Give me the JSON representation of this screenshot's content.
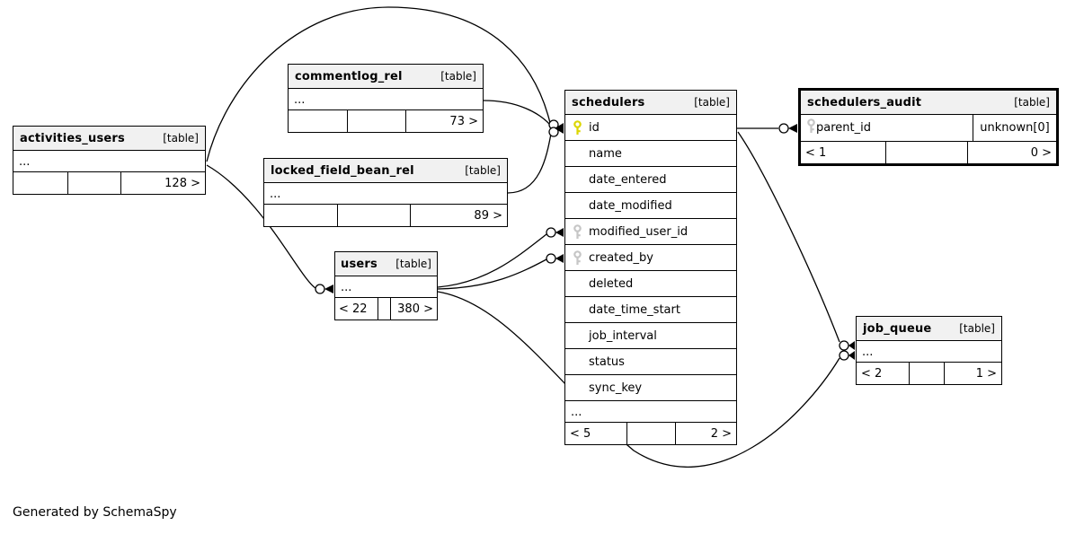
{
  "app": {
    "footer_note": "Generated by SchemaSpy"
  },
  "colors": {
    "table_header_bg": "#f1f1f1",
    "border": "#000000",
    "primary_key_icon": "#dcd600",
    "foreign_key_icon": "#c6c6c6",
    "background": "#ffffff"
  },
  "tables": {
    "activities_users": {
      "name": "activities_users",
      "tag": "[table]",
      "body": "...",
      "footer": {
        "left": "",
        "mid": "",
        "right": "128 >"
      }
    },
    "commentlog_rel": {
      "name": "commentlog_rel",
      "tag": "[table]",
      "body": "...",
      "footer": {
        "left": "",
        "mid": "",
        "right": "73 >"
      }
    },
    "locked_field_bean_rel": {
      "name": "locked_field_bean_rel",
      "tag": "[table]",
      "body": "...",
      "footer": {
        "left": "",
        "mid": "",
        "right": "89 >"
      }
    },
    "users": {
      "name": "users",
      "tag": "[table]",
      "body": "...",
      "footer": {
        "left": "< 22",
        "mid": "",
        "right": "380 >"
      }
    },
    "schedulers": {
      "name": "schedulers",
      "tag": "[table]",
      "columns": [
        {
          "label": "id",
          "icon": "primary-key"
        },
        {
          "label": "name",
          "icon": ""
        },
        {
          "label": "date_entered",
          "icon": ""
        },
        {
          "label": "date_modified",
          "icon": ""
        },
        {
          "label": "modified_user_id",
          "icon": "foreign-key"
        },
        {
          "label": "created_by",
          "icon": "foreign-key"
        },
        {
          "label": "deleted",
          "icon": ""
        },
        {
          "label": "date_time_start",
          "icon": ""
        },
        {
          "label": "job_interval",
          "icon": ""
        },
        {
          "label": "status",
          "icon": ""
        },
        {
          "label": "sync_key",
          "icon": ""
        }
      ],
      "ellipsis": "...",
      "footer": {
        "left": "< 5",
        "mid": "",
        "right": "2 >"
      }
    },
    "schedulers_audit": {
      "name": "schedulers_audit",
      "tag": "[table]",
      "columns": [
        {
          "label": "parent_id",
          "type": "unknown[0]",
          "icon": "foreign-key"
        }
      ],
      "footer": {
        "left": "< 1",
        "mid": "",
        "right": "0 >"
      }
    },
    "job_queue": {
      "name": "job_queue",
      "tag": "[table]",
      "body": "...",
      "footer": {
        "left": "< 2",
        "mid": "",
        "right": "1 >"
      }
    }
  },
  "relationships": [
    "activities_users -> schedulers.id",
    "commentlog_rel -> schedulers.id",
    "locked_field_bean_rel -> schedulers.id",
    "activities_users -> users",
    "users -> schedulers.modified_user_id",
    "users -> schedulers.created_by",
    "users -> job_queue",
    "schedulers.id -> schedulers_audit.parent_id",
    "schedulers.id -> job_queue"
  ]
}
